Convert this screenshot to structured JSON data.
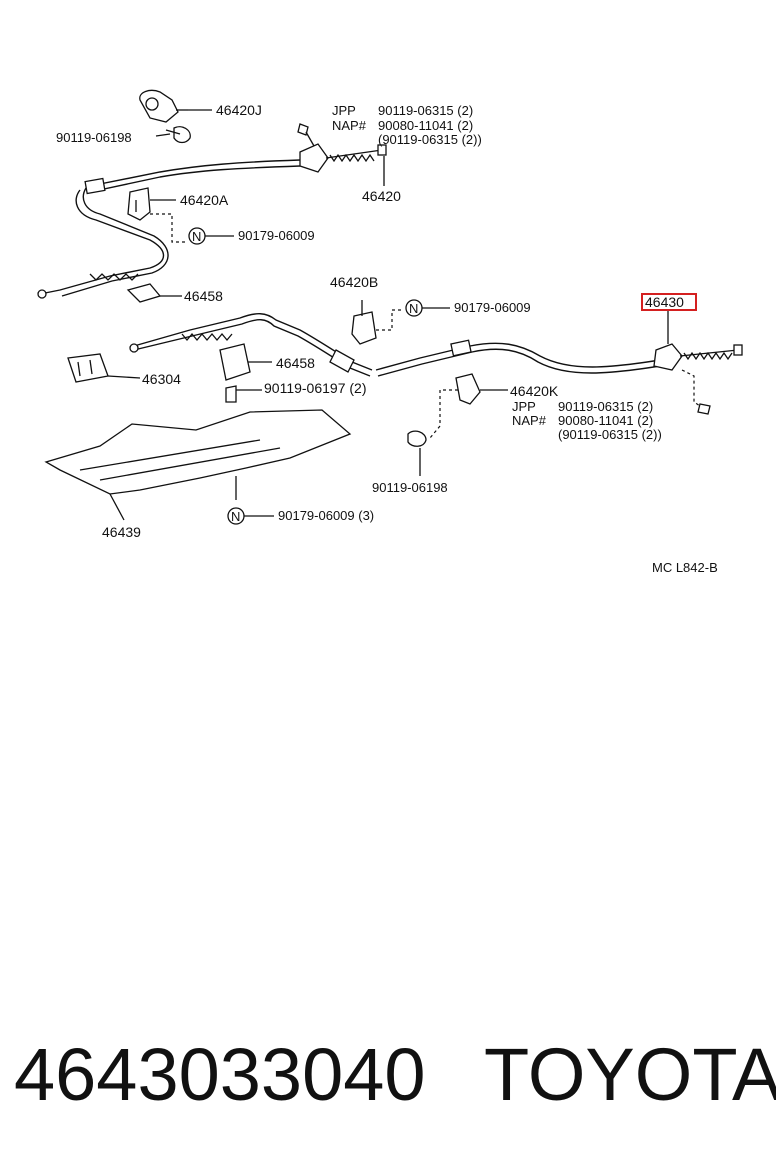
{
  "callouts": {
    "c46420J": "46420J",
    "c90119_06198_top": "90119-06198",
    "c46420": "46420",
    "c46420A": "46420A",
    "c90179_06009_a": "90179-06009",
    "c46458_a": "46458",
    "c46420B": "46420B",
    "c90179_06009_b": "90179-06009",
    "c46430": "46430",
    "c46304": "46304",
    "c46458_b": "46458",
    "c90119_06197": "90119-06197 (2)",
    "c46420K": "46420K",
    "c90119_06198_bottom": "90119-06198",
    "c90179_06009_3": "90179-06009 (3)",
    "c46439": "46439"
  },
  "notes_top": {
    "jpp_label": "JPP",
    "jpp_value": "90119-06315 (2)",
    "nap_label": "NAP#",
    "nap_value": "90080-11041 (2)",
    "alt_value": "(90119-06315 (2))"
  },
  "notes_right": {
    "jpp_label": "JPP",
    "jpp_value": "90119-06315 (2)",
    "nap_label": "NAP#",
    "nap_value": "90080-11041 (2)",
    "alt_value": "(90119-06315 (2))"
  },
  "n_symbol": "N",
  "diagram_code": "MC  L842-B",
  "footer": {
    "part_number": "4643033040",
    "brand": "TOYOTA"
  },
  "highlight_color": "#d42020"
}
